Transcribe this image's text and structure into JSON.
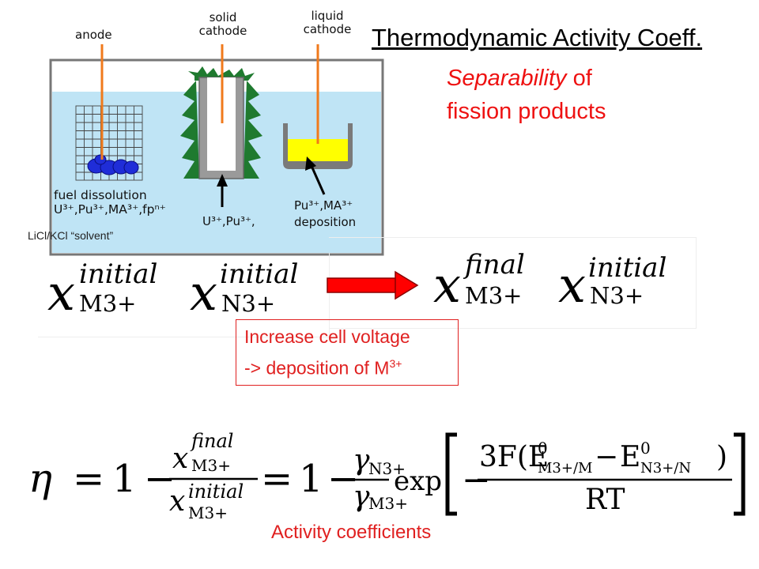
{
  "diagram": {
    "labels": {
      "anode": "anode",
      "solid_cathode_line1": "solid",
      "solid_cathode_line2": "cathode",
      "liquid_cathode_line1": "liquid",
      "liquid_cathode_line2": "cathode",
      "fuel_line1": "fuel dissolution",
      "fuel_line2": "U³⁺,Pu³⁺,MA³⁺,fpⁿ⁺",
      "solid_bottom": "U³⁺,Pu³⁺,",
      "liquid_bottom1": "Pu³⁺,MA³⁺",
      "liquid_bottom2": "deposition",
      "solvent": "LiCl/KCl “solvent”"
    },
    "colors": {
      "bath": "#bfe4f5",
      "electrode_wire": "#f07a1c",
      "cathode_deposit": "#1f7a2f",
      "liquid_metal": "#ffff00",
      "fuel_pellet": "#1f2dd8"
    }
  },
  "heading": {
    "title": "Thermodynamic Activity Coeff.",
    "line1_italic": "Separability",
    "line1_rest": " of",
    "line2": "fission products"
  },
  "equations": {
    "x": "x",
    "initial": "initial",
    "final": "final",
    "m3": "M3+",
    "n3": "N3+"
  },
  "callout": {
    "line1": "Increase cell voltage",
    "line2": "-> deposition of M",
    "line2_sup": "3+"
  },
  "formula": {
    "eta": "η",
    "eq": "=",
    "one": "1",
    "minus": "−",
    "gamma": "γ",
    "exp": "exp",
    "numerator": "3F(E",
    "e0": "0",
    "m_couple": "M3+/M",
    "n_couple": "N3+/N",
    "denominator": "RT"
  },
  "footer": {
    "activity": "Activity coefficients"
  },
  "colors": {
    "accent_red": "#e02020",
    "arrow_red": "#ff0000"
  }
}
